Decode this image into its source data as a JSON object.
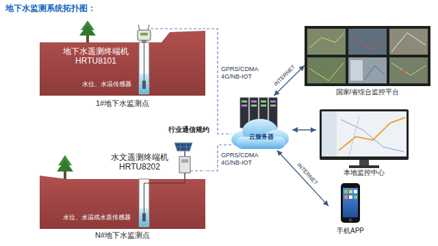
{
  "diagram": {
    "title": "地下水监测系统拓扑图：",
    "nodes": [
      {
        "text": [
          "地下水遥测终端机 HRTU8101",
          "水位、水温传感器",
          "1#地下水监测点"
        ]
      },
      {
        "text": [
          "水文遥测终端机 HRTU8202",
          "水位、水温或水质传感器",
          "N#地下水监测点"
        ]
      },
      {
        "text": [
          "云服务器"
        ]
      },
      {
        "text": [
          "国家/省综合监控平台"
        ]
      },
      {
        "text": [
          "本地监控中心"
        ]
      },
      {
        "text": [
          "手机APP"
        ]
      }
    ],
    "edges": [
      {
        "from": 0,
        "to": 2,
        "label": "GPRS/CDMA 4G/NB-IOT",
        "arrow": "none"
      },
      {
        "from": 1,
        "to": 2,
        "label": "GPRS/CDMA 4G/NB-IOT",
        "arrow": "none"
      },
      {
        "from": 2,
        "to": 3,
        "label": "INTERNET",
        "arrow": "both"
      },
      {
        "from": 2,
        "to": 4,
        "arrow": "both"
      },
      {
        "from": 2,
        "to": 5,
        "label": "INTERNET",
        "arrow": "both"
      }
    ],
    "labels": [
      "行业通信规约"
    ]
  }
}
